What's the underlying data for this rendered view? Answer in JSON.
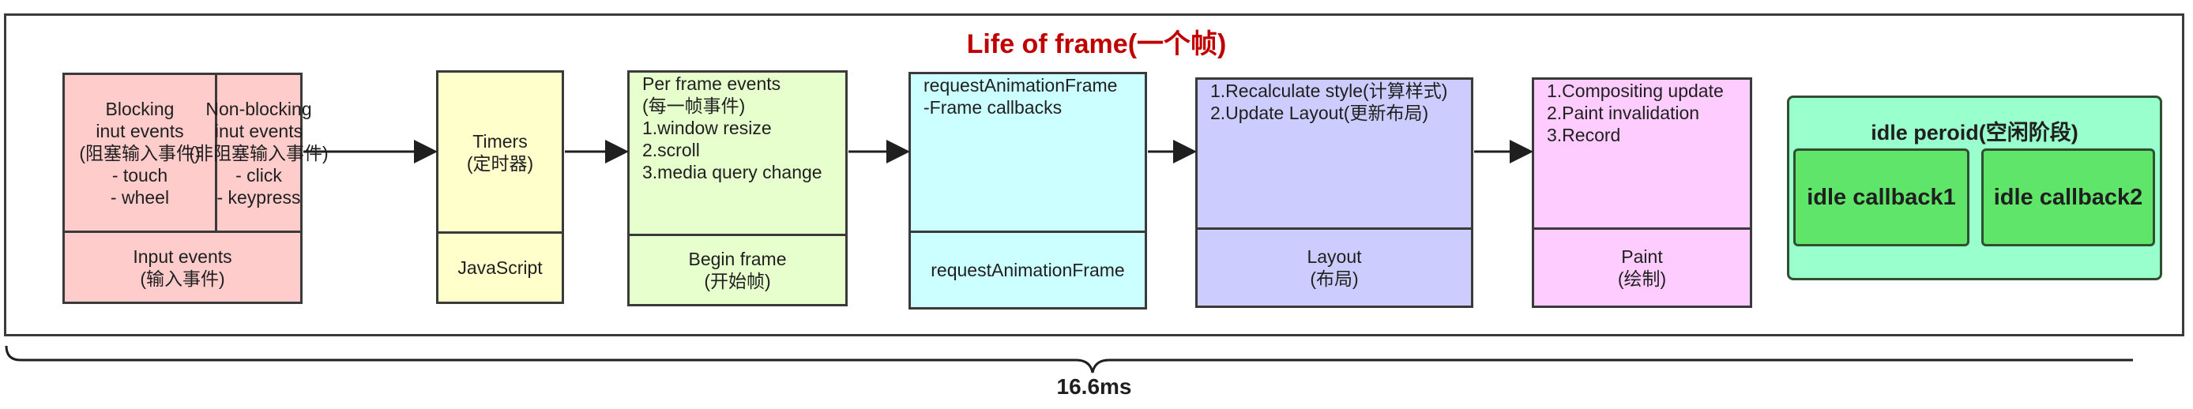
{
  "title": "Life of frame(一个帧)",
  "stages": {
    "input": {
      "blocking": [
        "Blocking",
        "inut events",
        "(阻塞输入事件)",
        "- touch",
        "- wheel"
      ],
      "nonblocking": [
        "Non-blocking",
        "inut events",
        "(非阻塞输入事件)",
        "- click",
        "- keypress"
      ],
      "footer": [
        "Input events",
        "(输入事件)"
      ],
      "color": "#ffcccc"
    },
    "timers": {
      "top": [
        "Timers",
        "(定时器)"
      ],
      "footer": [
        "JavaScript"
      ],
      "color": "#ffffcc"
    },
    "begin_frame": {
      "top": [
        "Per frame events",
        "(每一帧事件)",
        "1.window resize",
        "2.scroll",
        "3.media query change"
      ],
      "footer": [
        "Begin frame",
        "(开始帧)"
      ],
      "color": "#e6ffcc"
    },
    "raf": {
      "top": [
        "requestAnimationFrame",
        "-Frame callbacks"
      ],
      "footer": [
        "requestAnimationFrame"
      ],
      "color": "#ccffff"
    },
    "layout": {
      "top": [
        "1.Recalculate style(计算样式)",
        "2.Update Layout(更新布局)"
      ],
      "footer": [
        "Layout",
        "(布局)"
      ],
      "color": "#ccccff"
    },
    "paint": {
      "top": [
        "1.Compositing update",
        "2.Paint invalidation",
        "3.Record"
      ],
      "footer": [
        "Paint",
        "(绘制)"
      ],
      "color": "#ffccff"
    },
    "idle": {
      "title": "idle peroid(空闲阶段)",
      "callbacks": [
        "idle callback1",
        "idle callback2"
      ],
      "color": "#99ffcc",
      "callback_color": "#5fe56a"
    }
  },
  "duration": "16.6ms"
}
